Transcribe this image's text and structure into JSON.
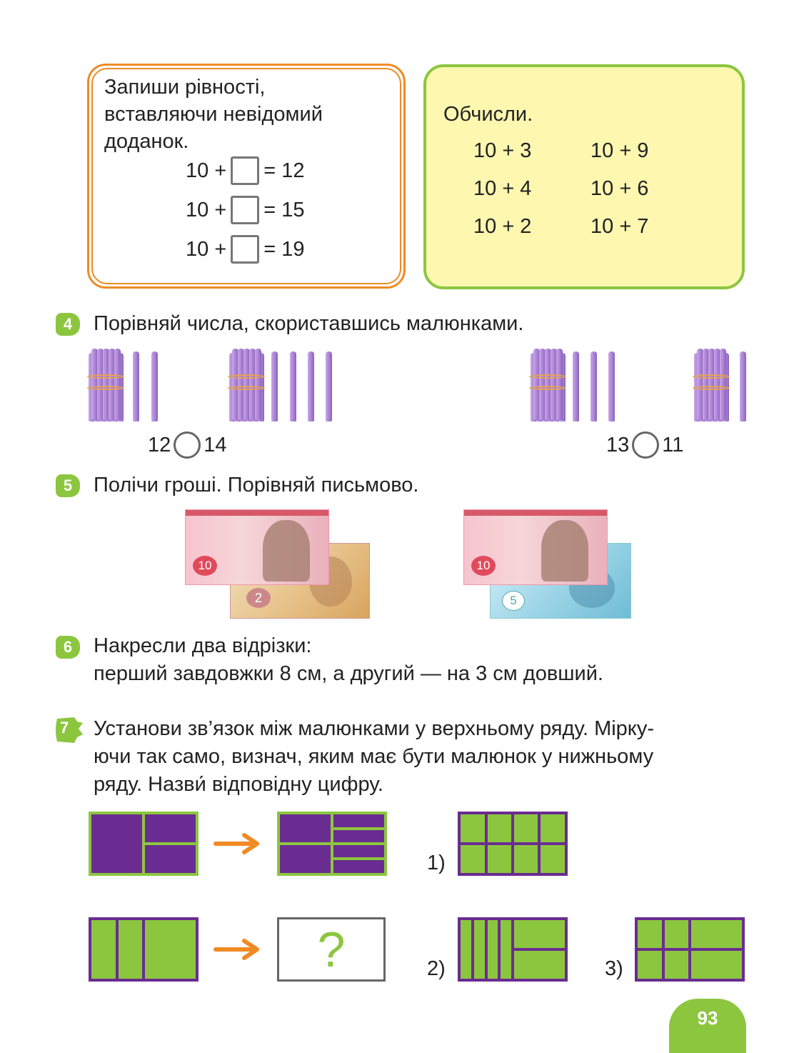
{
  "box1": {
    "lines": [
      "Запиши рівності,",
      "вставляючи невідомий",
      "доданок."
    ],
    "equations": [
      {
        "left": "10 +",
        "right": "= 12"
      },
      {
        "left": "10 +",
        "right": "= 15"
      },
      {
        "left": "10 +",
        "right": "= 19"
      }
    ]
  },
  "box2": {
    "title": "Обчисли.",
    "col1": [
      "10 + 3",
      "10 + 4",
      "10 + 2"
    ],
    "col2": [
      "10 + 9",
      "10 + 6",
      "10 + 7"
    ]
  },
  "task4": {
    "num": "4",
    "text": "Порівняй числа, скориставшись малюнками.",
    "cmp1": {
      "a": "12",
      "b": "14"
    },
    "cmp2": {
      "a": "13",
      "b": "11"
    }
  },
  "task5": {
    "num": "5",
    "text": "Полічи гроші. Порівняй письмово.",
    "notes": [
      {
        "denomination": "10",
        "back": "2"
      },
      {
        "denomination": "10",
        "back": "5"
      }
    ]
  },
  "task6": {
    "num": "6",
    "line1": "Накресли два відрізки:",
    "line2": "перший завдовжки 8 см, а другий — на 3 см довший."
  },
  "task7": {
    "num": "7",
    "line1": "Установи зв’язок між малюнками у верхньому ряду. Мірку-",
    "line2": "ючи так само, визнач, яким має бути малюнок у нижньому",
    "line3": "ряду. Назви́ відповідну цифру.",
    "question_mark": "?",
    "options": [
      "1)",
      "2)",
      "3)"
    ]
  },
  "colors": {
    "green": "#8cc63f",
    "purple": "#6a2c91",
    "orange": "#f08a24"
  },
  "page_number": "93"
}
